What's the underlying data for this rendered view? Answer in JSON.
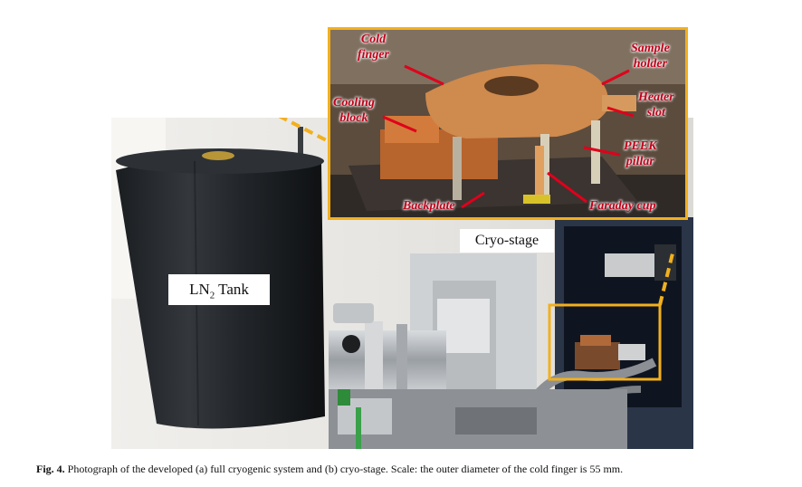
{
  "figure": {
    "tank_label": "LN",
    "tank_label_sub": "2",
    "tank_label_rest": " Tank",
    "cryo_stage_label": "Cryo-stage",
    "inset_labels": {
      "cold_finger": [
        "Cold",
        "finger"
      ],
      "sample_holder": [
        "Sample",
        "holder"
      ],
      "cooling_block": [
        "Cooling",
        "block"
      ],
      "heater_slot": [
        "Heater",
        "slot"
      ],
      "peek_pillar": [
        "PEEK",
        "pillar"
      ],
      "backplate": "Backplate",
      "faraday_cup": "Faraday cup"
    },
    "colors": {
      "highlight_box": "#f2b01e",
      "label_red": "#c0001a",
      "arrow_red": "#e0001b"
    }
  },
  "caption": {
    "label": "Fig. 4.",
    "text": " Photograph of the developed (a) full cryogenic system and (b) cryo-stage. Scale: the outer diameter of the cold finger is 55 mm."
  }
}
